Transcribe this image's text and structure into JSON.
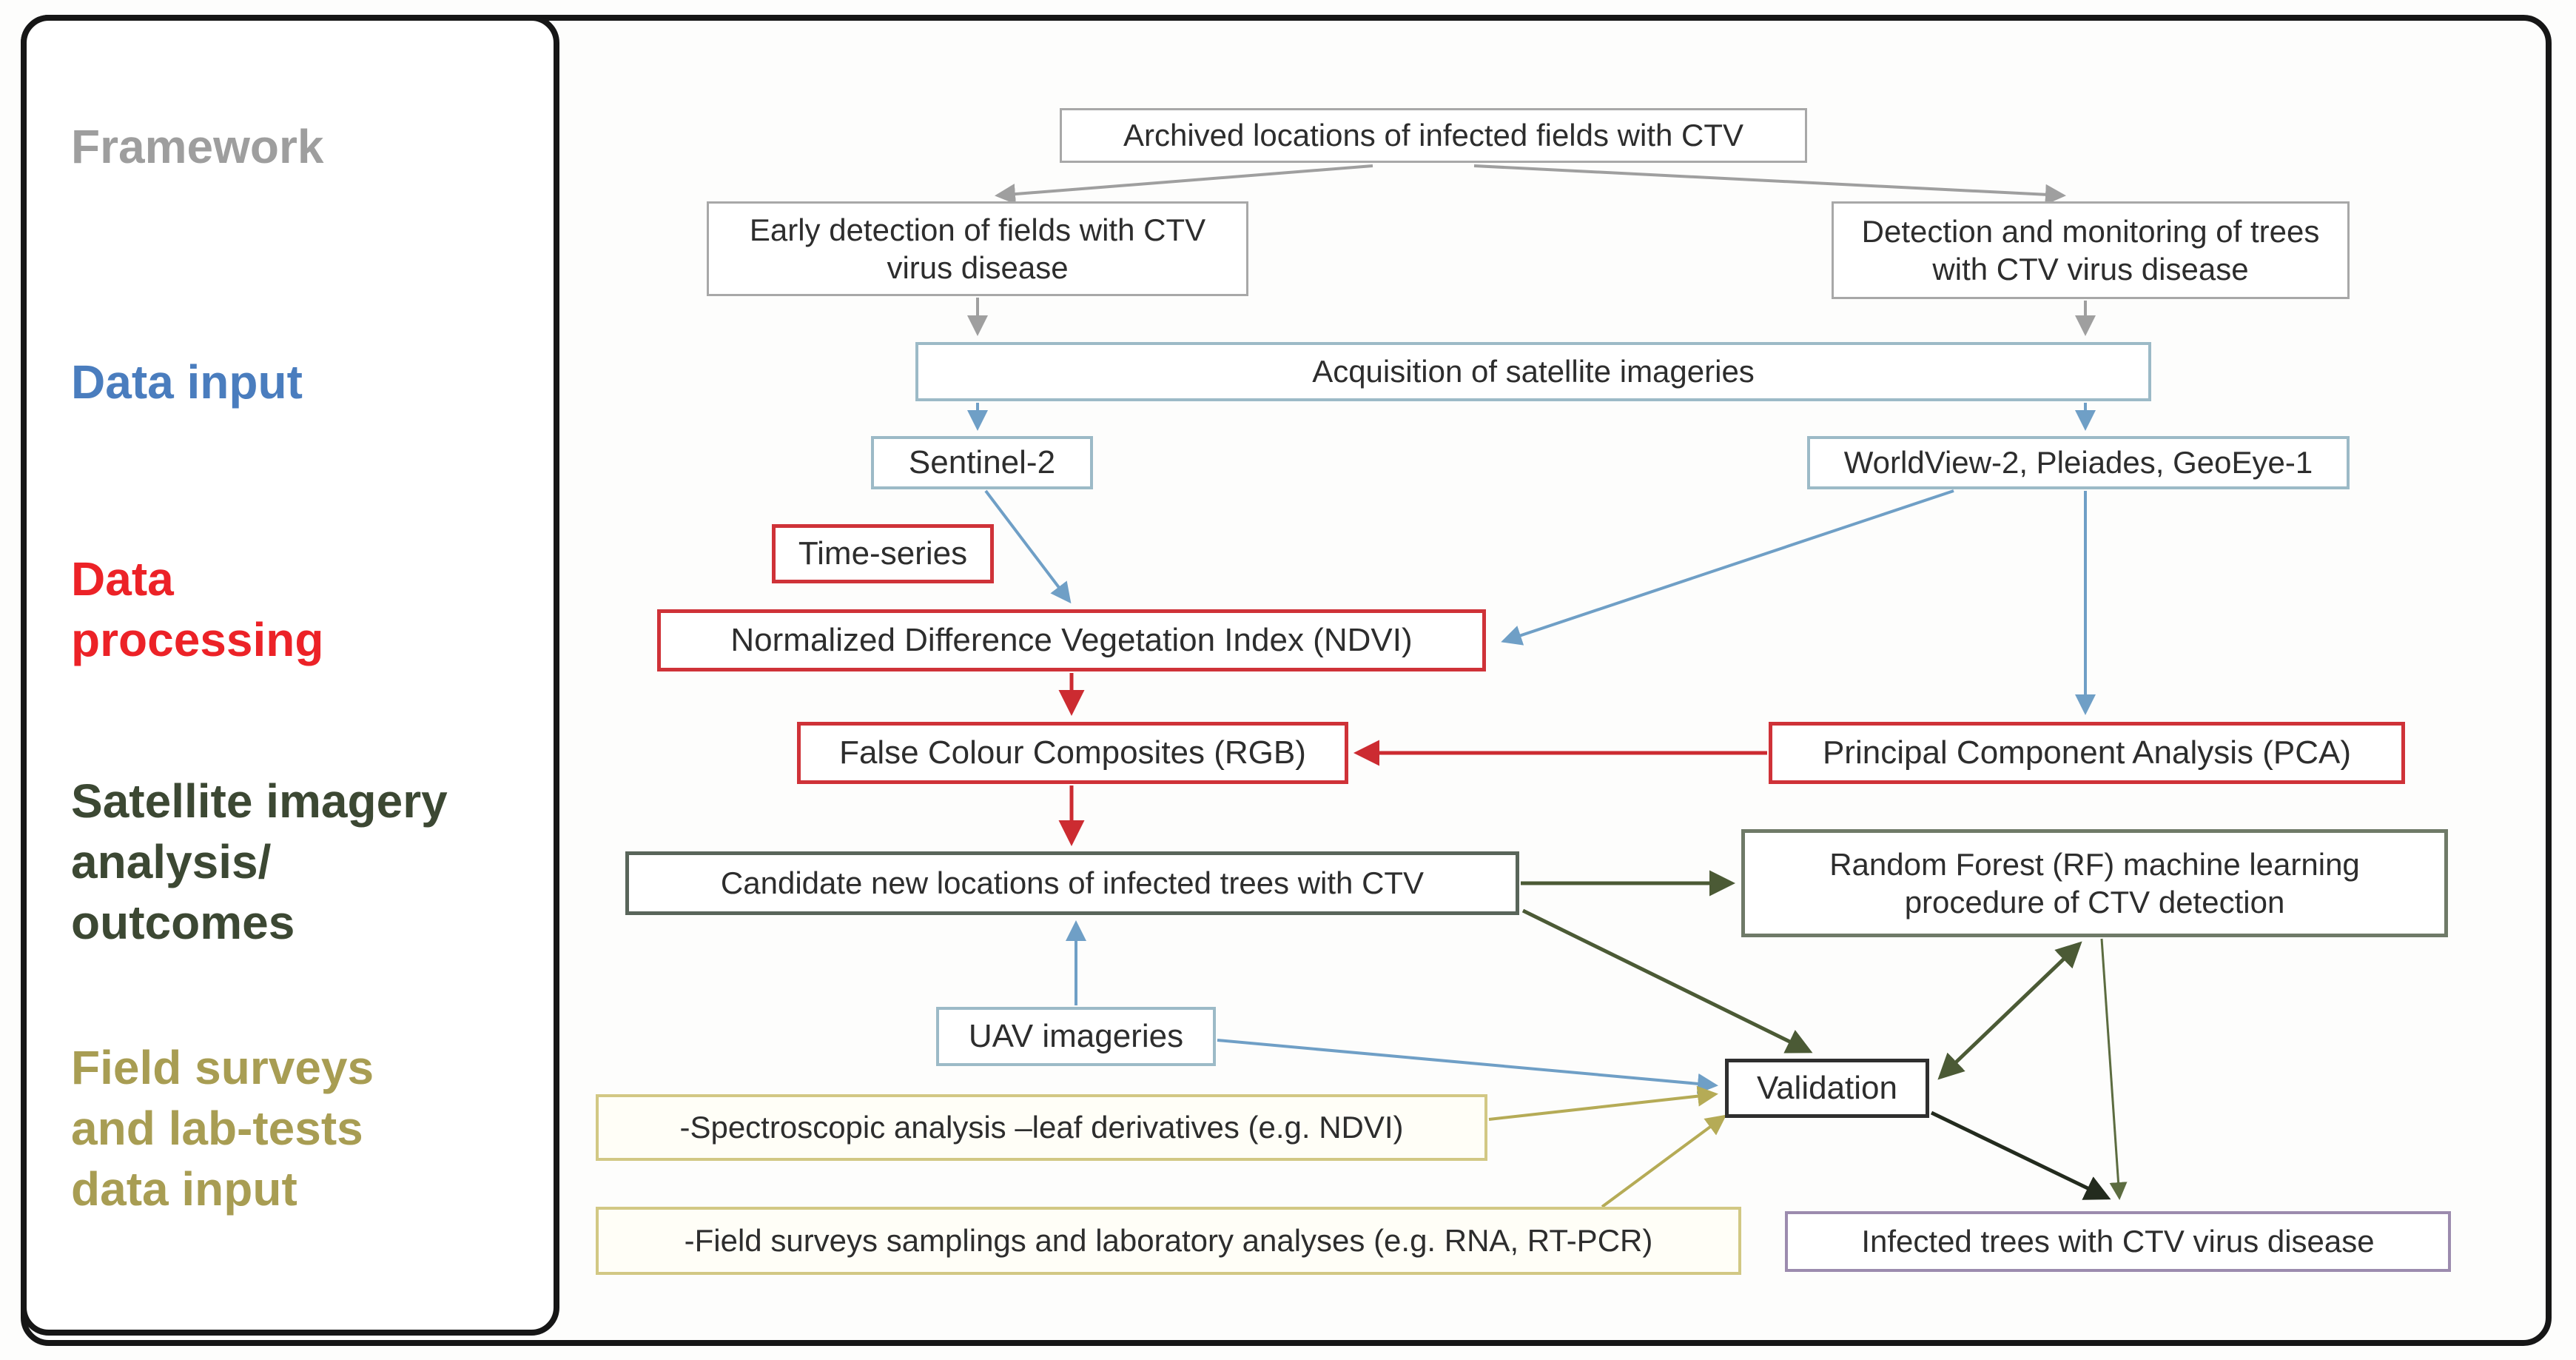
{
  "diagram_title": "CTV detection framework flowchart",
  "palette": {
    "frame_black": "#161616",
    "gray_arrow": "#9f9f9f",
    "blue_arrow": "#6f9fc6",
    "blue_box_border": "#9cbac7",
    "red": "#cf3238",
    "dark_green": "#4b5a35",
    "olive_arrow": "#b5ab56",
    "olive_box_border": "#d2c884",
    "purple_box_border": "#9c8bae",
    "sidebar_framework_gray": "#9e9e9e",
    "sidebar_data_input_blue": "#4a7dbe",
    "sidebar_data_processing_red": "#ec2227",
    "sidebar_satellite_dark_green": "#3c4833",
    "sidebar_field_surveys_olive": "#a89d53",
    "text": "#2d2d2d"
  },
  "sidebar": {
    "framework": "Framework",
    "data_input": "Data input",
    "data_processing": "Data processing",
    "satellite_analysis": "Satellite imagery analysis/ outcomes",
    "field_surveys": "Field surveys and lab-tests data input"
  },
  "nodes": {
    "archived": "Archived locations of infected fields with CTV",
    "early": "Early detection of fields with CTV virus disease",
    "detection": "Detection and monitoring of trees with CTV virus disease",
    "acquisition": "Acquisition of satellite imageries",
    "sentinel": "Sentinel-2",
    "worldview": "WorldView-2, Pleiades, GeoEye-1",
    "timeseries": "Time-series",
    "ndvi": "Normalized Difference Vegetation Index (NDVI)",
    "fcc": "False Colour Composites (RGB)",
    "pca": "Principal Component Analysis (PCA)",
    "candidate": "Candidate new locations of infected trees with CTV",
    "rf": "Random Forest (RF) machine learning procedure of CTV detection",
    "uav": "UAV imageries",
    "validation": "Validation",
    "spectro": "-Spectroscopic analysis –leaf derivatives (e.g. NDVI)",
    "fieldsurv": "-Field surveys samplings and laboratory analyses (e.g. RNA, RT-PCR)",
    "infected": "Infected trees with CTV virus disease"
  }
}
